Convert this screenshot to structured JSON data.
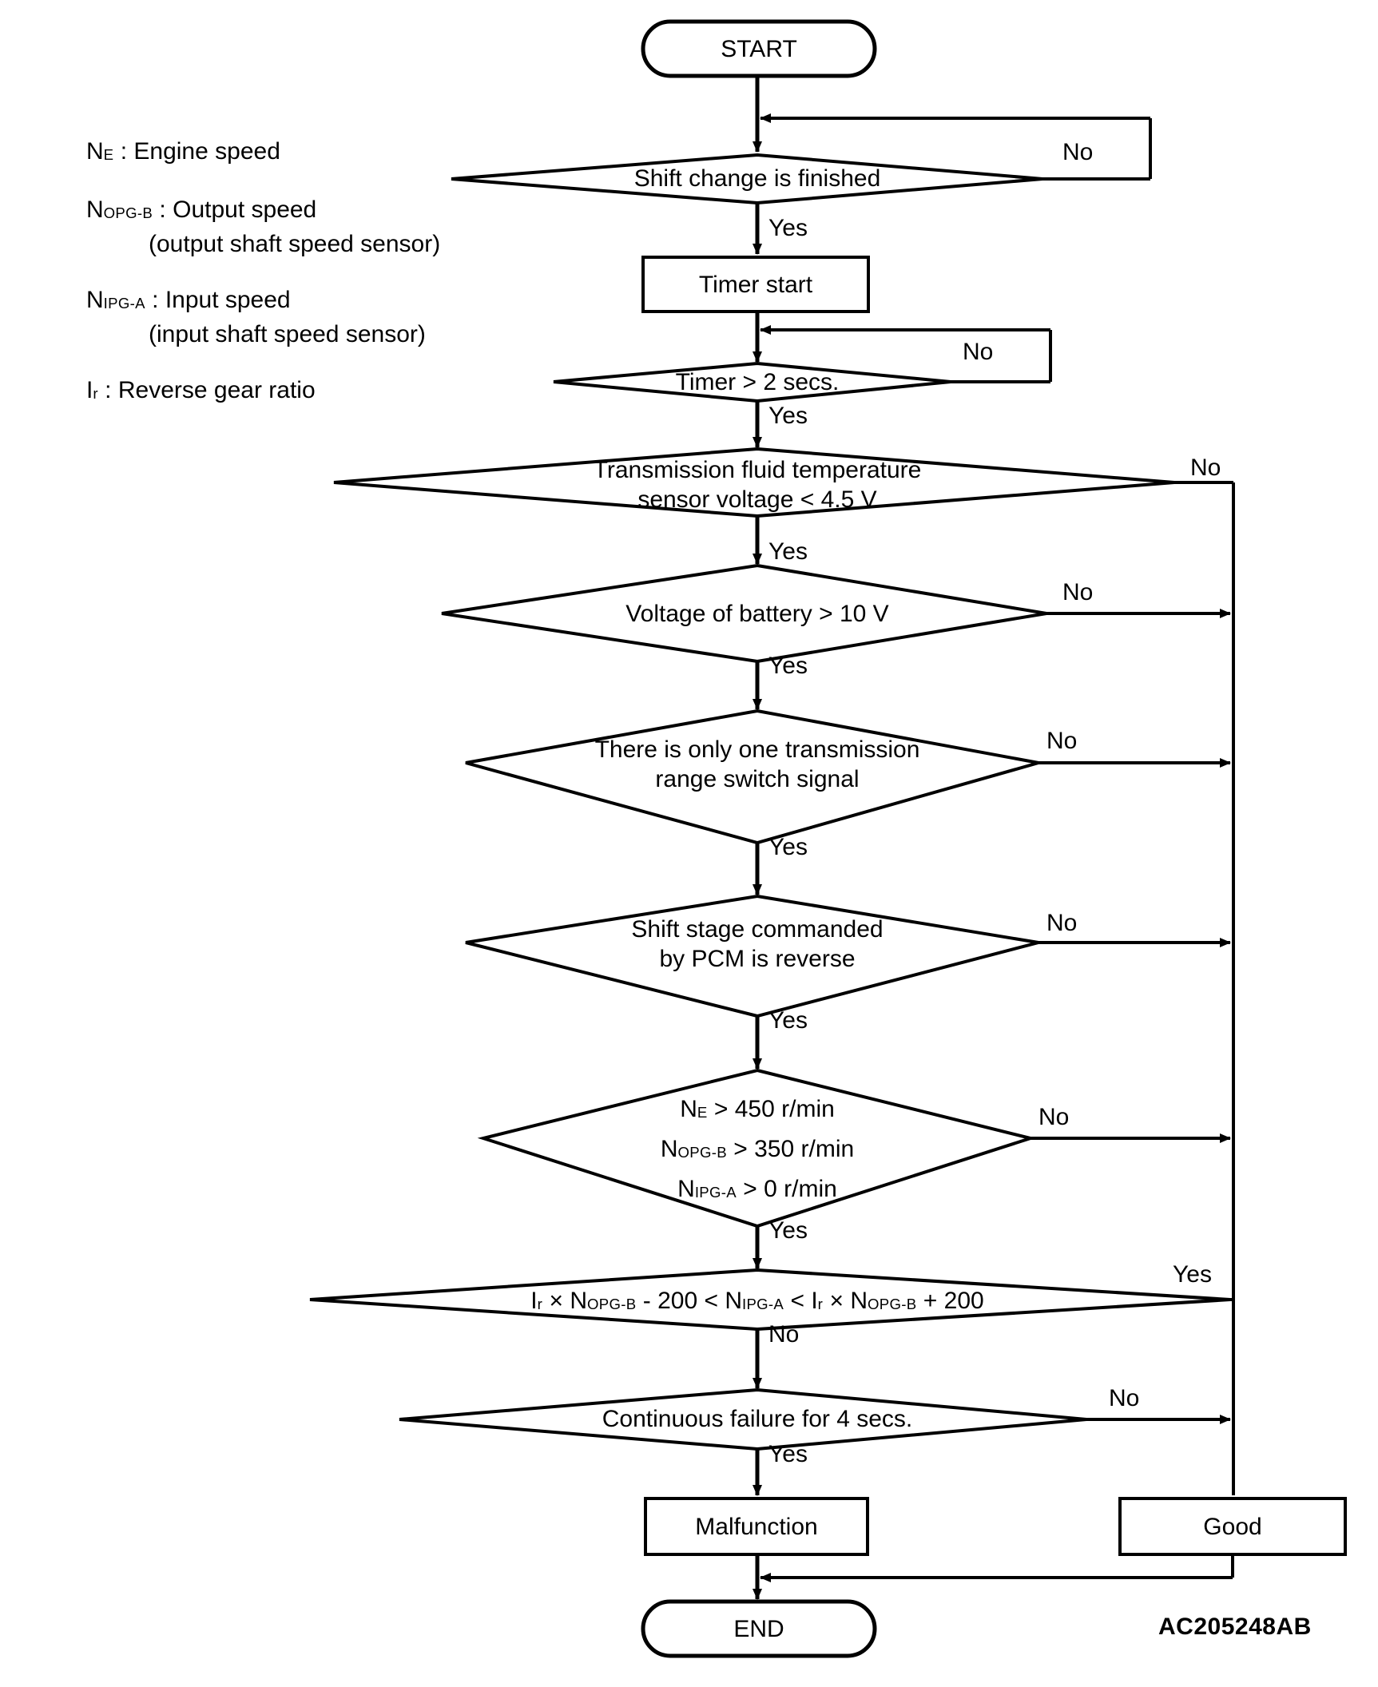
{
  "diagram": {
    "title": "Reverse gear ratio diagnostic logic flowchart",
    "code_label": "AC205248AB",
    "line_color": "#000000",
    "background": "#ffffff"
  },
  "legend": {
    "items": [
      {
        "symbol": "N",
        "subscript": "E",
        "separator": " : ",
        "text": "Engine speed",
        "continuation": ""
      },
      {
        "symbol": "N",
        "subscript": "OPG-B",
        "separator": " : ",
        "text": "Output speed",
        "continuation": "(output shaft speed sensor)"
      },
      {
        "symbol": "N",
        "subscript": "IPG-A",
        "separator": " : ",
        "text": "Input speed",
        "continuation": "(input shaft speed sensor)"
      },
      {
        "symbol": "I",
        "subscript": "r",
        "separator": " : ",
        "text": "Reverse gear ratio",
        "continuation": ""
      }
    ]
  },
  "nodes": {
    "start": {
      "label": "START",
      "shape": "terminator"
    },
    "shift_change": {
      "label": "Shift change is finished",
      "shape": "decision"
    },
    "timer_start": {
      "label": "Timer start",
      "shape": "process"
    },
    "timer_2secs": {
      "label": "Timer > 2 secs.",
      "shape": "decision"
    },
    "fluid_temp": {
      "line1": "Transmission fluid temperature",
      "line2": "sensor voltage < 4.5 V",
      "shape": "decision"
    },
    "battery": {
      "label": "Voltage of battery > 10 V",
      "shape": "decision"
    },
    "range_switch": {
      "line1": "There is only one transmission",
      "line2": "range switch signal",
      "shape": "decision"
    },
    "shift_stage": {
      "line1": "Shift stage commanded",
      "line2": "by PCM is reverse",
      "shape": "decision"
    },
    "speeds": {
      "line1_sym": "N",
      "line1_sub": "E",
      "line1_rest": " > 450 r/min",
      "line2_sym": "N",
      "line2_sub": "OPG-B",
      "line2_rest": " > 350 r/min",
      "line3_sym": "N",
      "line3_sub": "IPG-A",
      "line3_rest": " > 0 r/min",
      "shape": "decision"
    },
    "ratio": {
      "parts": [
        {
          "sym": "I",
          "sub": "r"
        },
        {
          "text": " × "
        },
        {
          "sym": "N",
          "sub": "OPG-B"
        },
        {
          "text": " - 200 < "
        },
        {
          "sym": "N",
          "sub": "IPG-A"
        },
        {
          "text": " < "
        },
        {
          "sym": "I",
          "sub": "r"
        },
        {
          "text": " × "
        },
        {
          "sym": "N",
          "sub": "OPG-B"
        },
        {
          "text": " + 200"
        }
      ],
      "shape": "decision"
    },
    "continuous_failure": {
      "label": "Continuous failure for 4 secs.",
      "shape": "decision"
    },
    "malfunction": {
      "label": "Malfunction",
      "shape": "process"
    },
    "good": {
      "label": "Good",
      "shape": "process"
    },
    "end": {
      "label": "END",
      "shape": "terminator"
    }
  },
  "branch_labels": {
    "shift_change_no": "No",
    "shift_change_yes": "Yes",
    "timer_no": "No",
    "timer_yes": "Yes",
    "fluid_no": "No",
    "fluid_yes": "Yes",
    "battery_no": "No",
    "battery_yes": "Yes",
    "range_no": "No",
    "range_yes": "Yes",
    "stage_no": "No",
    "stage_yes": "Yes",
    "speeds_no": "No",
    "speeds_yes": "Yes",
    "ratio_yes": "Yes",
    "ratio_no": "No",
    "failure_no": "No",
    "failure_yes": "Yes"
  }
}
